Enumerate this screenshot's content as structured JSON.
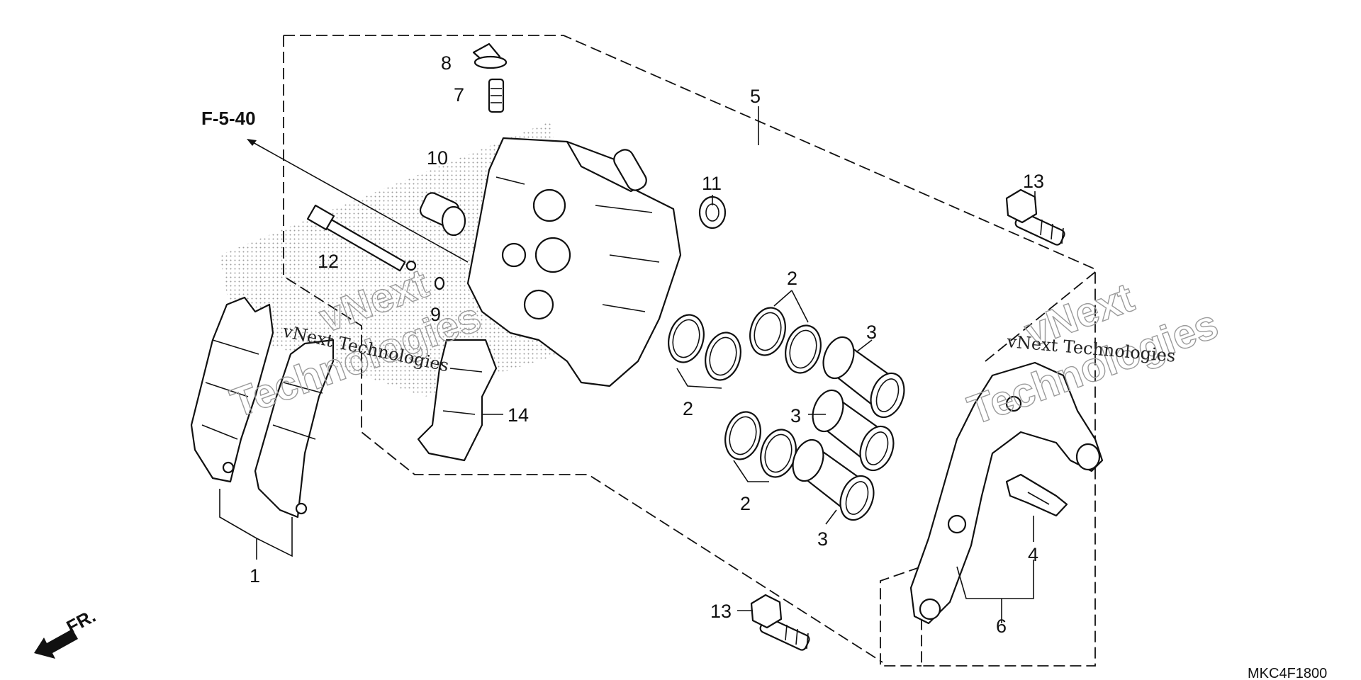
{
  "diagram": {
    "ref_code": "F-5-40",
    "part_code": "MKC4F1800",
    "front_label": "FR.",
    "watermarks": {
      "plain": "vNext Technologies",
      "outline_line1": "vNext",
      "outline_line2": "Technologies"
    },
    "callouts": {
      "c1": "1",
      "c2a": "2",
      "c2b": "2",
      "c2c": "2",
      "c3a": "3",
      "c3b": "3",
      "c3c": "3",
      "c4": "4",
      "c5": "5",
      "c6": "6",
      "c7": "7",
      "c8": "8",
      "c9": "9",
      "c10": "10",
      "c11": "11",
      "c12": "12",
      "c13a": "13",
      "c13b": "13",
      "c14": "14"
    }
  }
}
